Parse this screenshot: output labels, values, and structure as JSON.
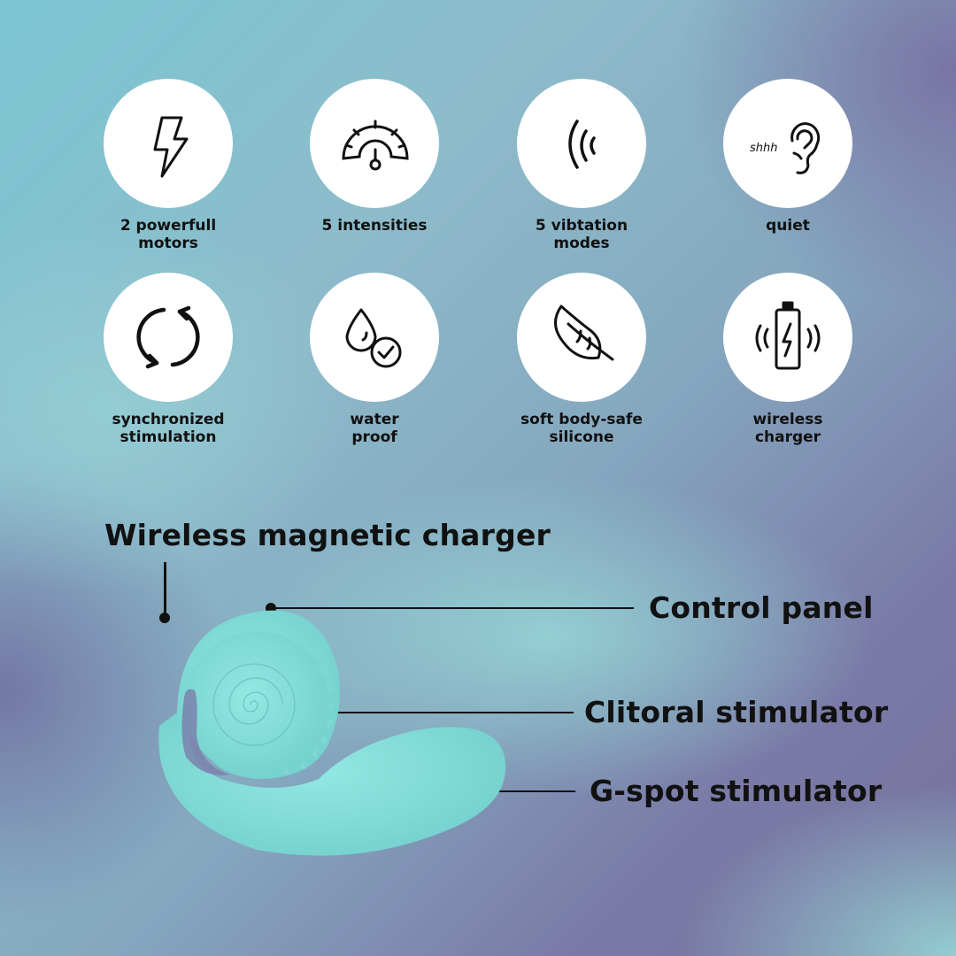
{
  "features": [
    {
      "icon": "lightning-bolt-icon",
      "label": "2 powerfull\nmotors"
    },
    {
      "icon": "speedometer-gauge-icon",
      "label": "5 intensities"
    },
    {
      "icon": "vibration-waves-icon",
      "label": "5 vibtation\nmodes"
    },
    {
      "icon": "ear-shhh-icon",
      "label": "quiet",
      "icon_text": "shhh"
    },
    {
      "icon": "sync-arrows-icon",
      "label": "synchronized\nstimulation"
    },
    {
      "icon": "water-drop-check-icon",
      "label": "water\nproof"
    },
    {
      "icon": "feather-icon",
      "label": "soft body-safe\nsilicone"
    },
    {
      "icon": "wireless-battery-icon",
      "label": "wireless\ncharger"
    }
  ],
  "callouts": {
    "charger": "Wireless magnetic charger",
    "control_panel": "Control panel",
    "clitoral": "Clitoral stimulator",
    "gspot": "G-spot stimulator"
  },
  "colors": {
    "product": "#8fe0dc",
    "ink": "#111111",
    "bg_teal": "#7cc6d2",
    "bg_purple": "#77709c"
  }
}
